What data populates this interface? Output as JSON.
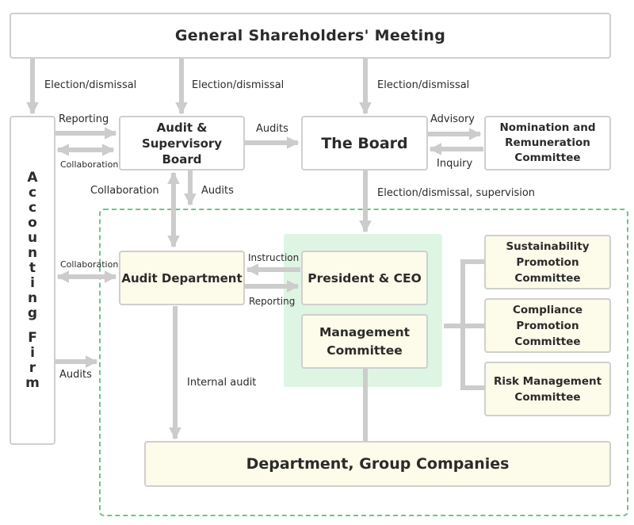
{
  "nodes": {
    "shareholders": "General Shareholders' Meeting",
    "accounting_firm": "Accounting Firm",
    "audit_board": [
      "Audit &",
      "Supervisory Board"
    ],
    "board": "The Board",
    "nomination": [
      "Nomination and",
      "Remuneration",
      "Committee"
    ],
    "audit_department": "Audit Department",
    "president": "President & CEO",
    "management": [
      "Management",
      "Committee"
    ],
    "sustainability": [
      "Sustainability",
      "Promotion Committee"
    ],
    "compliance": [
      "Compliance",
      "Promotion Committee"
    ],
    "risk": [
      "Risk Management",
      "Committee"
    ],
    "departments": "Department, Group Companies"
  },
  "edges": {
    "election1": "Election/dismissal",
    "election2": "Election/dismissal",
    "election3": "Election/dismissal",
    "reporting_af": "Reporting",
    "collaboration_af": "Collaboration",
    "audits_board": "Audits",
    "advisory": "Advisory",
    "inquiry": "Inquiry",
    "collaboration_ad": "Collaboration",
    "audits_ad": "Audits",
    "election_supervision": "Election/dismissal, supervision",
    "collaboration_af2": "Collaboration",
    "instruction": "Instruction",
    "reporting_ceo": "Reporting",
    "audits_af": "Audits",
    "internal_audit": "Internal audit"
  },
  "colors": {
    "arrow": "#cccccc",
    "border": "#cfcfcf",
    "cream": "#fdfbe9",
    "green_bg": "#dff5e3",
    "dashed_green": "#6cc58a"
  }
}
